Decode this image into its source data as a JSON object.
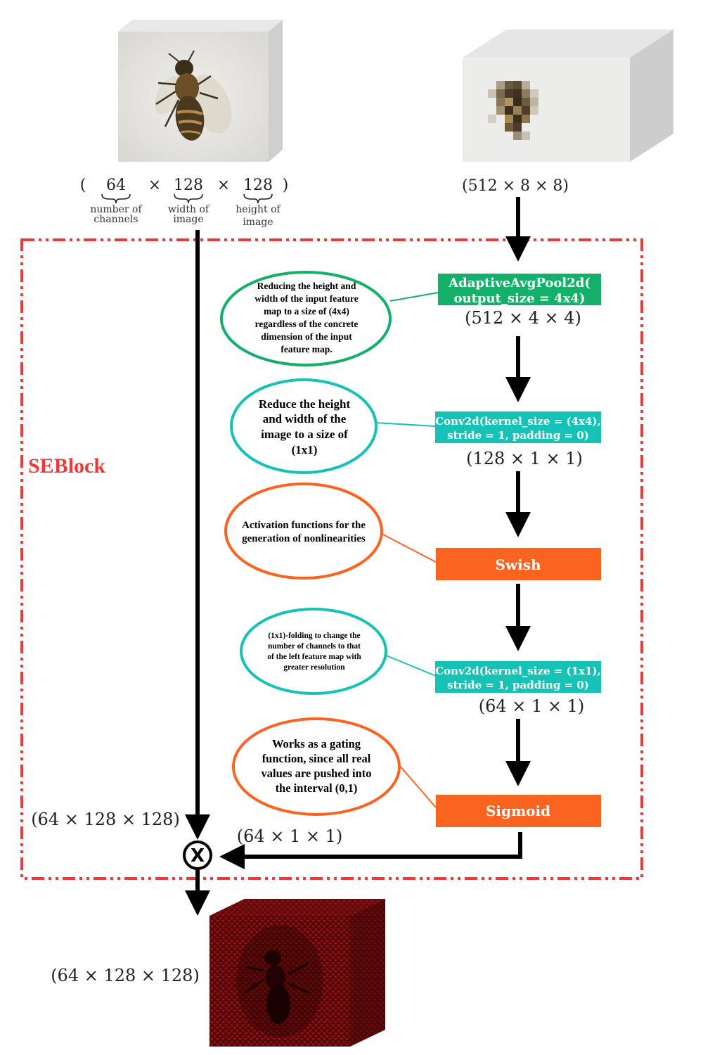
{
  "colors": {
    "frame": "#f03838",
    "green": "#14b069",
    "teal": "#15c2b5",
    "orange": "#fb6420",
    "arrow": "#000000"
  },
  "input": {
    "dim_64": "64",
    "dim_128_w": "128",
    "dim_128_h": "128",
    "times": "×",
    "open_paren": "(",
    "close_paren": ")",
    "label_channels_1": "number of",
    "label_channels_2": "channels",
    "label_width_1": "width of",
    "label_width_2": "image",
    "label_height_1": "height of",
    "label_height_2": "image"
  },
  "side_input": {
    "dims": "(512 × 8 × 8)"
  },
  "seblock_label": "SEBlock",
  "nodes": {
    "pool_line1": "AdaptiveAvgPool2d(",
    "pool_line2": "output_size = 4x4)",
    "pool_out": "(512 × 4 × 4)",
    "conv1_line1": "Conv2d(kernel_size = (4x4),",
    "conv1_line2": "stride = 1, padding = 0)",
    "conv1_out": "(128 × 1 × 1)",
    "swish": "Swish",
    "conv2_line1": "Conv2d(kernel_size = (1x1),",
    "conv2_line2": "stride = 1, padding = 0)",
    "conv2_out": "(64 × 1 × 1)",
    "sigmoid": "Sigmoid",
    "sigmoid_out": "(64 × 1 × 1)"
  },
  "notes": {
    "pool": [
      "Reducing the height and",
      "width of the input feature",
      "map to a size of (4x4)",
      "regardless of the concrete",
      "dimension of the input",
      "feature map."
    ],
    "conv1": [
      "Reduce the height",
      "and width of the",
      "image to a size of",
      "(1x1)"
    ],
    "swish": [
      "Activation functions for the",
      "generation of nonlinearities"
    ],
    "conv2": [
      "(1x1)-folding to change the",
      "number of channels to that",
      "of the left feature map with",
      "greater resolution"
    ],
    "sigmoid": [
      "Works as a gating",
      "function, since all real",
      "values are pushed into",
      "the interval (0,1)"
    ]
  },
  "main_path_dims": "(64 × 128 × 128)",
  "multiply_symbol": "X",
  "output_dims": "(64 × 128 × 128)"
}
